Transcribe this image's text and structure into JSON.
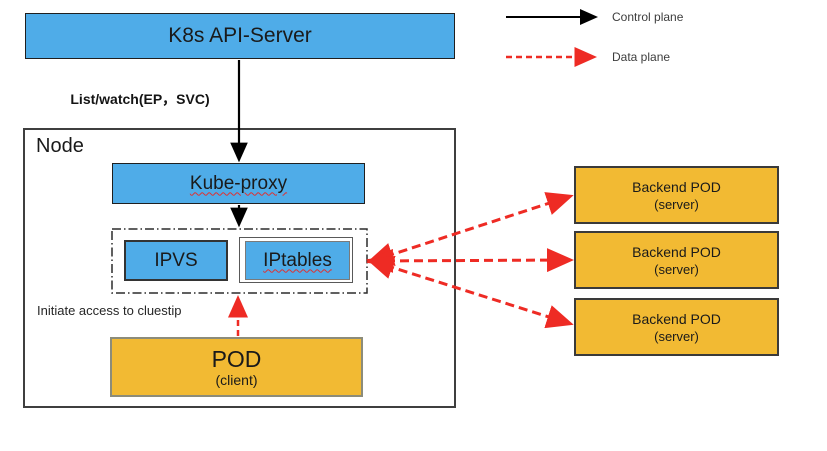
{
  "legend": {
    "control_plane": "Control plane",
    "data_plane": "Data plane"
  },
  "api_server": {
    "label": "K8s API-Server"
  },
  "edge_label": "List/watch(EP，SVC)",
  "node": {
    "label": "Node",
    "kube_proxy": "Kube-proxy",
    "ipvs": "IPVS",
    "iptables": "IPtables",
    "note": "Initiate access to cluestip",
    "client_pod": {
      "title": "POD",
      "subtitle": "(client)"
    }
  },
  "backend_pods": [
    {
      "title": "Backend POD",
      "subtitle": "(server)"
    },
    {
      "title": "Backend POD",
      "subtitle": "(server)"
    },
    {
      "title": "Backend POD",
      "subtitle": "(server)"
    }
  ],
  "colors": {
    "box_blue": "#4FACE8",
    "box_yellow": "#F2BA33",
    "data_plane_red": "#EE2B24",
    "control_plane_black": "#000000"
  }
}
